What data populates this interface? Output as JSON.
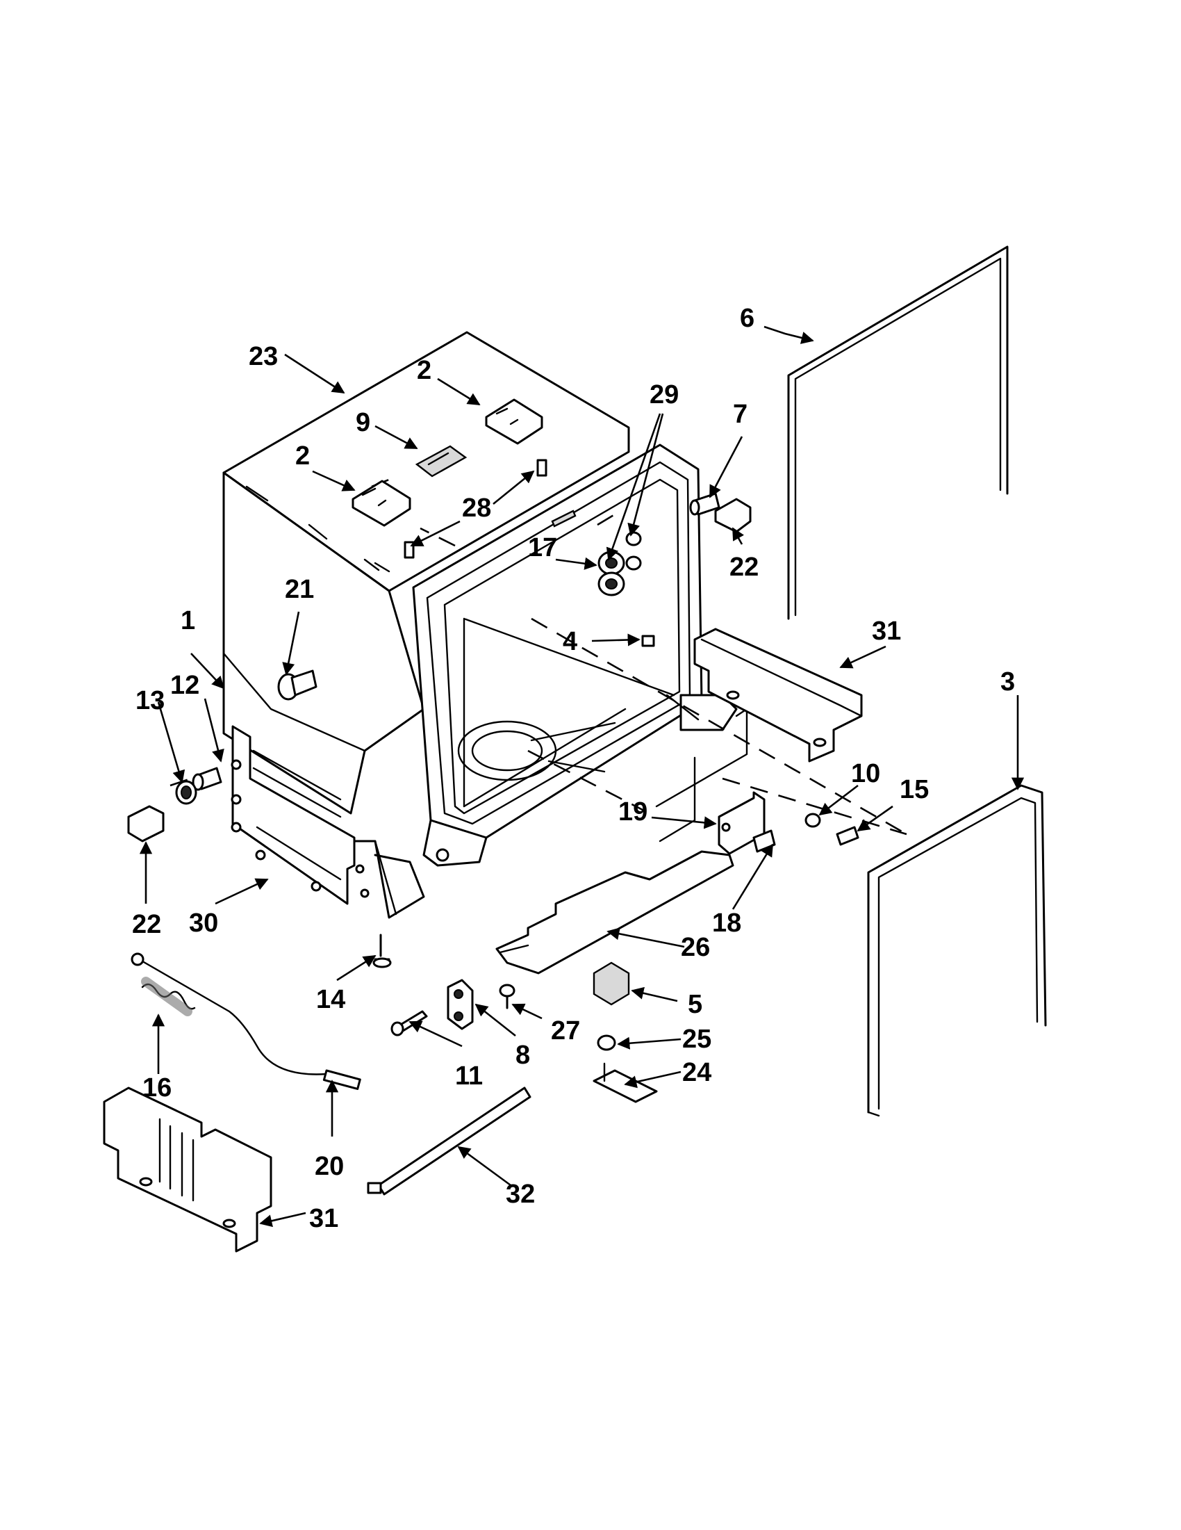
{
  "diagram": {
    "callouts": [
      {
        "label": "1"
      },
      {
        "label": "2"
      },
      {
        "label": "2"
      },
      {
        "label": "3"
      },
      {
        "label": "4"
      },
      {
        "label": "5"
      },
      {
        "label": "6"
      },
      {
        "label": "7"
      },
      {
        "label": "8"
      },
      {
        "label": "9"
      },
      {
        "label": "10"
      },
      {
        "label": "11"
      },
      {
        "label": "12"
      },
      {
        "label": "13"
      },
      {
        "label": "14"
      },
      {
        "label": "15"
      },
      {
        "label": "16"
      },
      {
        "label": "17"
      },
      {
        "label": "18"
      },
      {
        "label": "19"
      },
      {
        "label": "20"
      },
      {
        "label": "21"
      },
      {
        "label": "22"
      },
      {
        "label": "22"
      },
      {
        "label": "23"
      },
      {
        "label": "24"
      },
      {
        "label": "25"
      },
      {
        "label": "26"
      },
      {
        "label": "27"
      },
      {
        "label": "28"
      },
      {
        "label": "29"
      },
      {
        "label": "30"
      },
      {
        "label": "31"
      },
      {
        "label": "31"
      },
      {
        "label": "32"
      }
    ]
  }
}
